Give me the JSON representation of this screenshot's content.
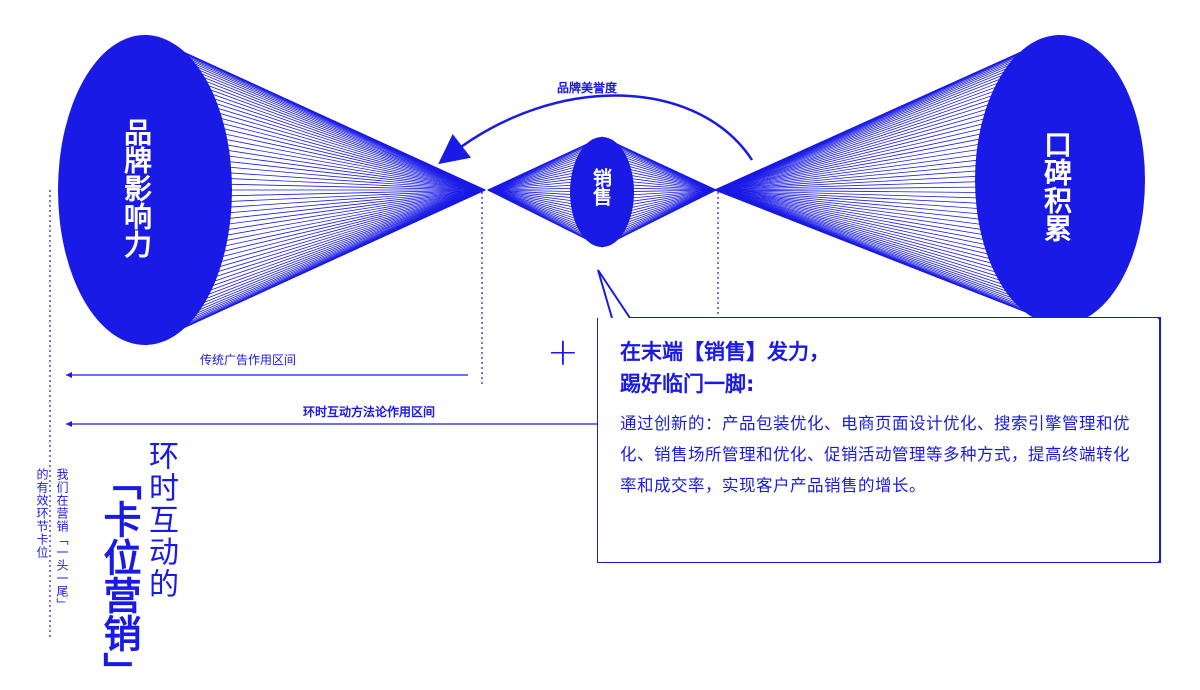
{
  "cones": {
    "left_label": "品牌影响力",
    "center_label": "销售",
    "right_label": "口碑积累"
  },
  "arc_label": "品牌美誉度",
  "range_labels": {
    "traditional": "传统广告作用区间",
    "loop": "环时互动方法论作用区间"
  },
  "plus_sign": "+",
  "callout": {
    "title_line1": "在末端【销售】发力，",
    "title_line2": "踢好临门一脚:",
    "body": "通过创新的：产品包装优化、电商页面设计优化、搜索引擎管理和优化、销售场所管理和优化、促销活动管理等多种方式，提高终端转化率和成交率，实现客户产品销售的增长。"
  },
  "side": {
    "vertical_title": "环时互动的",
    "vertical_bold": "「卡位营销」",
    "small_col1": "我们在营销「一头一尾」",
    "small_col2": "的有效环节卡位"
  },
  "colors": {
    "accent": "#1a1ae6",
    "background": "#ffffff"
  }
}
